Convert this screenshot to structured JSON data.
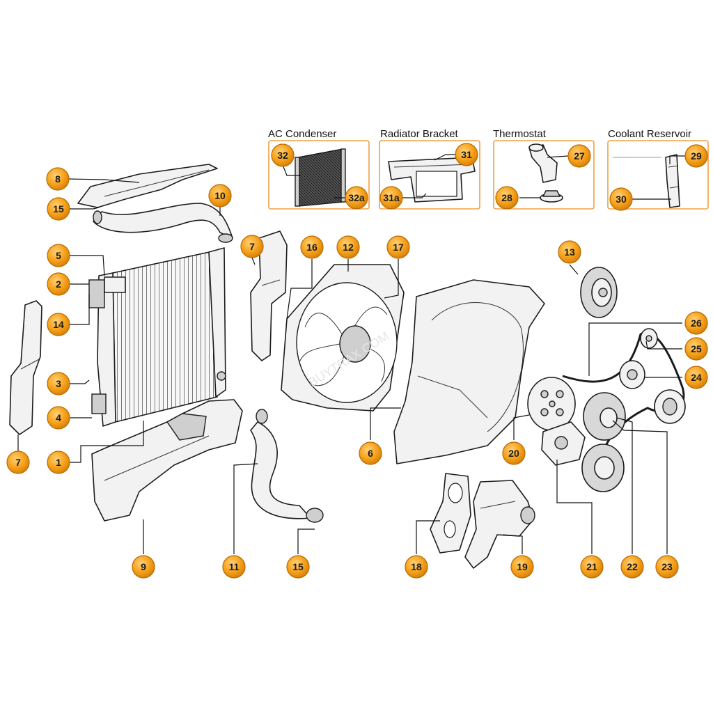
{
  "insets": [
    {
      "title": "AC Condenser",
      "callouts": [
        "32",
        "32a"
      ]
    },
    {
      "title": "Radiator Bracket",
      "callouts": [
        "31",
        "31a"
      ]
    },
    {
      "title": "Thermostat",
      "callouts": [
        "27",
        "28"
      ]
    },
    {
      "title": "Coolant Reservoir",
      "callouts": [
        "29",
        "30"
      ]
    }
  ],
  "callouts": [
    "8",
    "15",
    "10",
    "5",
    "2",
    "14",
    "3",
    "4",
    "7",
    "1",
    "9",
    "7",
    "16",
    "12",
    "17",
    "11",
    "15",
    "6",
    "13",
    "26",
    "25",
    "24",
    "20",
    "21",
    "22",
    "23",
    "18",
    "19"
  ],
  "colors": {
    "callout_fill": "#f7a21b",
    "callout_stroke": "#b86a00",
    "inset_border": "#f0a040"
  }
}
